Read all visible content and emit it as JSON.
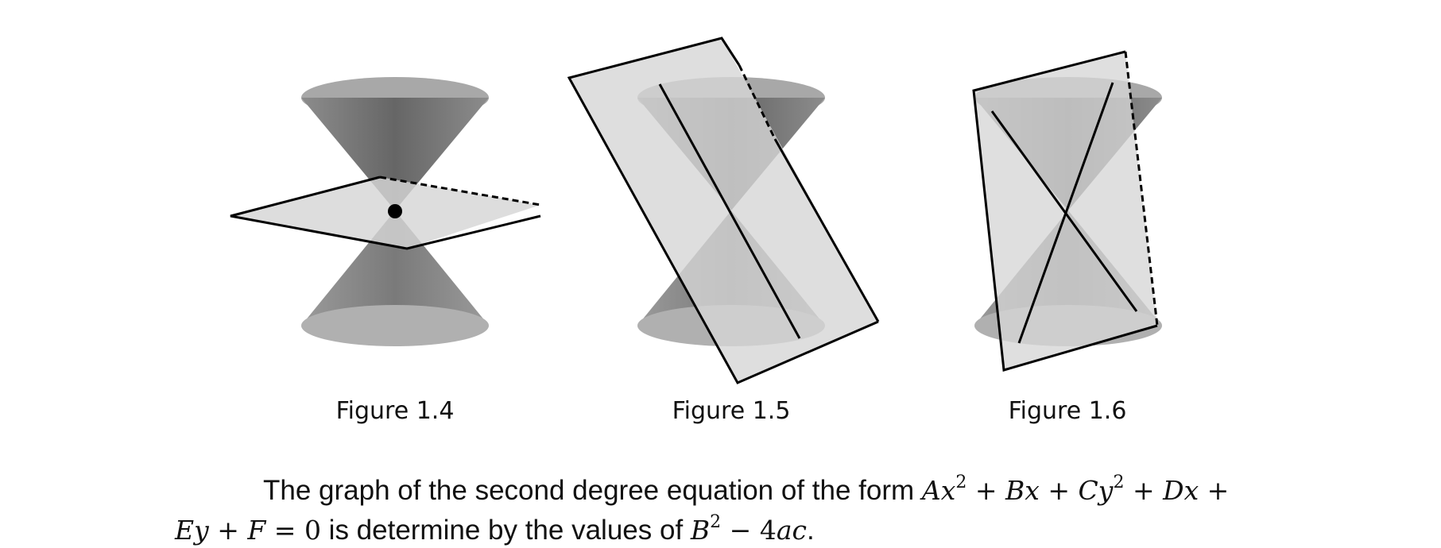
{
  "figures": [
    {
      "caption": "Figure 1.4"
    },
    {
      "caption": "Figure 1.5"
    },
    {
      "caption": "Figure 1.6"
    }
  ],
  "paragraph": {
    "line1_text": "The graph of the second degree equation of the form ",
    "line1_math": [
      "A",
      "x",
      "2",
      " + ",
      "B",
      "x",
      " + ",
      "C",
      "y",
      "2",
      " + ",
      "D",
      "x",
      " +"
    ],
    "line2_math": [
      "E",
      "y",
      " + ",
      "F",
      " = ",
      "0"
    ],
    "line2_text": " is determine by the values of ",
    "line2_math_end": [
      "B",
      "2",
      " − ",
      "4",
      "a",
      "c"
    ],
    "line2_end_punct": "."
  },
  "colors": {
    "cone_dark": "#6f6f6f",
    "cone_light": "#a3a3a3",
    "plane_fill": "#d9d9d9",
    "outline": "#000000"
  }
}
